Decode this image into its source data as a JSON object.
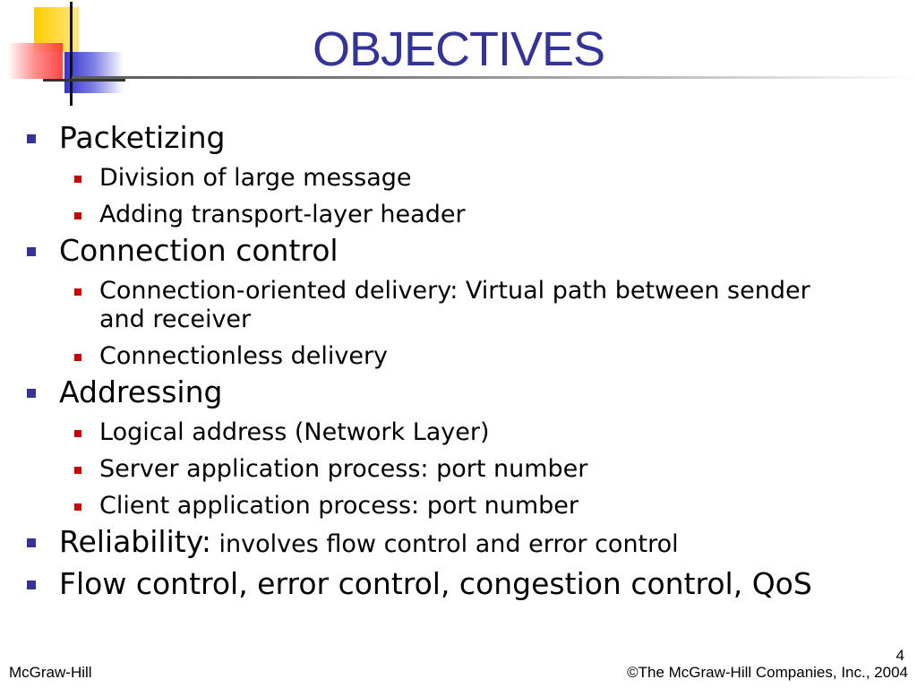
{
  "slide": {
    "title": "OBJECTIVES",
    "bullets": [
      {
        "text": "Packetizing",
        "subitems": [
          "Division of large message",
          "Adding transport-layer header"
        ]
      },
      {
        "text": "Connection control",
        "subitems": [
          "Connection-oriented delivery: Virtual path between sender and receiver",
          "Connectionless delivery"
        ]
      },
      {
        "text": "Addressing",
        "subitems": [
          "Logical address (Network Layer)",
          "Server application process: port number",
          "Client application process: port number"
        ]
      },
      {
        "text": "Reliability:",
        "suffix": " involves flow control and error control"
      },
      {
        "text": "Flow control, error control, congestion control, QoS"
      }
    ]
  },
  "footer": {
    "page_number": "4",
    "publisher": "McGraw-Hill",
    "copyright": "©The McGraw-Hill Companies, Inc., 2004"
  },
  "colors": {
    "title": "#333399",
    "level1_bullet": "#333399",
    "level2_bullet": "#cc0000",
    "logo_yellow": "#ffcc00",
    "logo_red": "#ff5050",
    "logo_blue": "#3333cc"
  }
}
